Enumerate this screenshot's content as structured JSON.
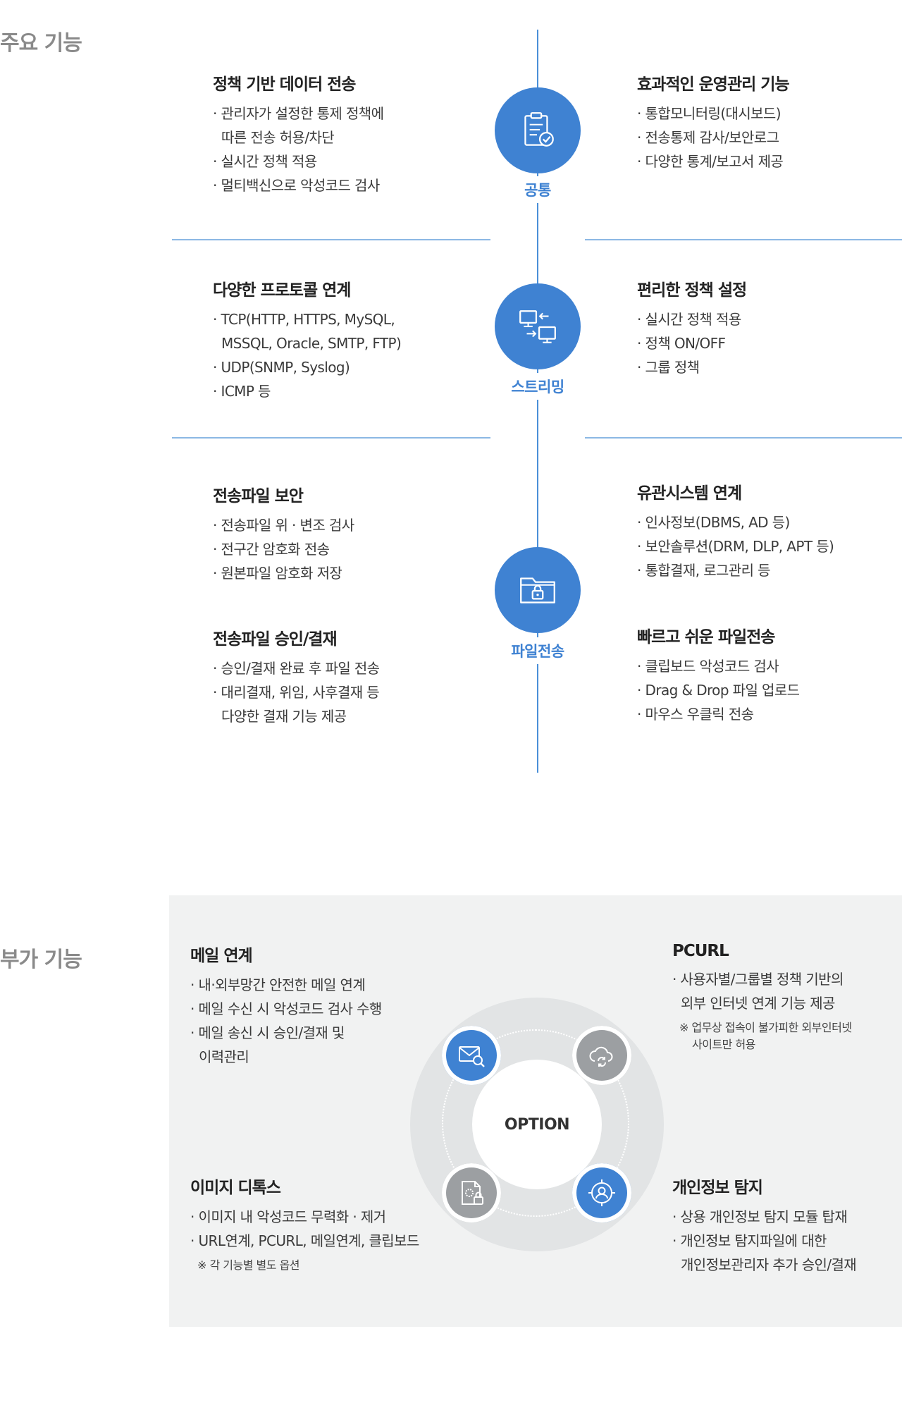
{
  "main": {
    "label": "주요 기능",
    "circles": {
      "common": "공통",
      "streaming": "스트리밍",
      "file": "파일전송"
    },
    "blocks": {
      "policy_transfer": {
        "title": "정책 기반 데이터 전송",
        "items": [
          [
            "· 관리자가 설정한 통제 정책에",
            "따른 전송 허용/차단"
          ],
          [
            "· 실시간 정책 적용"
          ],
          [
            "· 멀티백신으로 악성코드 검사"
          ]
        ]
      },
      "operation": {
        "title": "효과적인 운영관리 기능",
        "items": [
          [
            "· 통합모니터링(대시보드)"
          ],
          [
            "· 전송통제 감사/보안로그"
          ],
          [
            "· 다양한 통계/보고서 제공"
          ]
        ]
      },
      "protocol": {
        "title": "다양한 프로토콜 연계",
        "items": [
          [
            "· TCP(HTTP, HTTPS, MySQL,",
            "MSSQL, Oracle, SMTP, FTP)"
          ],
          [
            "· UDP(SNMP, Syslog)"
          ],
          [
            "· ICMP 등"
          ]
        ]
      },
      "policy_setting": {
        "title": "편리한 정책 설정",
        "items": [
          [
            "· 실시간 정책 적용"
          ],
          [
            "· 정책 ON/OFF"
          ],
          [
            "· 그룹 정책"
          ]
        ]
      },
      "file_security": {
        "title": "전송파일 보안",
        "items": [
          [
            "· 전송파일 위 · 변조 검사"
          ],
          [
            "· 전구간 암호화 전송"
          ],
          [
            "· 원본파일 암호화 저장"
          ]
        ]
      },
      "file_approval": {
        "title": "전송파일 승인/결재",
        "items": [
          [
            "· 승인/결재 완료 후 파일 전송"
          ],
          [
            "· 대리결재, 위임, 사후결재 등",
            "다양한 결재 기능 제공"
          ]
        ]
      },
      "system_link": {
        "title": "유관시스템 연계",
        "items": [
          [
            "· 인사정보(DBMS, AD 등)"
          ],
          [
            "· 보안솔루션(DRM, DLP, APT 등)"
          ],
          [
            "· 통합결재, 로그관리 등"
          ]
        ]
      },
      "fast_transfer": {
        "title": "빠르고 쉬운 파일전송",
        "items": [
          [
            "· 클립보드 악성코드 검사"
          ],
          [
            "· Drag & Drop 파일 업로드"
          ],
          [
            "· 마우스 우클릭 전송"
          ]
        ]
      }
    }
  },
  "extra": {
    "label": "부가 기능",
    "center": "OPTION",
    "blocks": {
      "mail": {
        "title": "메일 연계",
        "items": [
          [
            "· 내·외부망간 안전한 메일 연계"
          ],
          [
            "· 메일 수신 시 악성코드 검사 수행"
          ],
          [
            "· 메일 송신 시 승인/결재 및",
            "이력관리"
          ]
        ]
      },
      "pcurl": {
        "title": "PCURL",
        "items": [
          [
            "· 사용자별/그룹별 정책 기반의",
            "외부 인터넷 연계 기능 제공"
          ]
        ],
        "note": [
          "※ 업무상 접속이 불가피한 외부인터넷",
          "사이트만 허용"
        ]
      },
      "image": {
        "title": "이미지 디톡스",
        "items": [
          [
            "· 이미지 내 악성코드 무력화 · 제거"
          ],
          [
            "· URL연계, PCURL, 메일연계, 클립보드"
          ]
        ],
        "note": [
          "※ 각 기능별 별도 옵션"
        ]
      },
      "privacy": {
        "title": "개인정보 탐지",
        "items": [
          [
            "· 상용 개인정보 탐지 모듈 탑재"
          ],
          [
            "· 개인정보 탐지파일에 대한",
            "개인정보관리자 추가 승인/결재"
          ]
        ]
      }
    }
  },
  "colors": {
    "accent": "#3f82d2",
    "gray_icon": "#9c9fa2",
    "panel": "#f1f2f2"
  }
}
